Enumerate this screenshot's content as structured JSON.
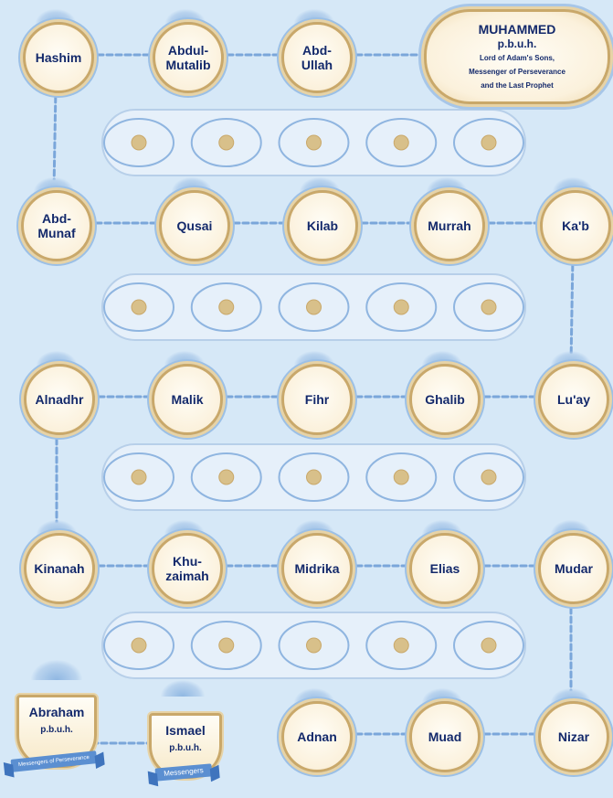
{
  "colors": {
    "background": "#d6e8f7",
    "name_text": "#13296b",
    "gold": "#c9a86a",
    "ornament_blue": "#6f9fd6",
    "ribbon": "#5b8fd1"
  },
  "prophet": {
    "name": "MUHAMMED",
    "honorific": "p.b.u.h.",
    "title_line1": "Lord of Adam's Sons,",
    "title_line2": "Messenger of Perseverance",
    "title_line3": "and the Last Prophet"
  },
  "rows": [
    [
      "Hashim",
      "Abdul-\nMutalib",
      "Abd-\nUllah"
    ],
    [
      "Abd-\nMunaf",
      "Qusai",
      "Kilab",
      "Murrah",
      "Ka'b"
    ],
    [
      "Alnadhr",
      "Malik",
      "Fihr",
      "Ghalib",
      "Lu'ay"
    ],
    [
      "Kinanah",
      "Khu-\nzaimah",
      "Midrika",
      "Elias",
      "Mudar"
    ],
    [
      "Adnan",
      "Muad",
      "Nizar"
    ]
  ],
  "prophets": {
    "abraham": {
      "name": "Abraham",
      "honorific": "p.b.u.h.",
      "ribbon": "Messengers of Perseverance"
    },
    "ismael": {
      "name": "Ismael",
      "honorific": "p.b.u.h.",
      "ribbon": "Messengers"
    }
  }
}
